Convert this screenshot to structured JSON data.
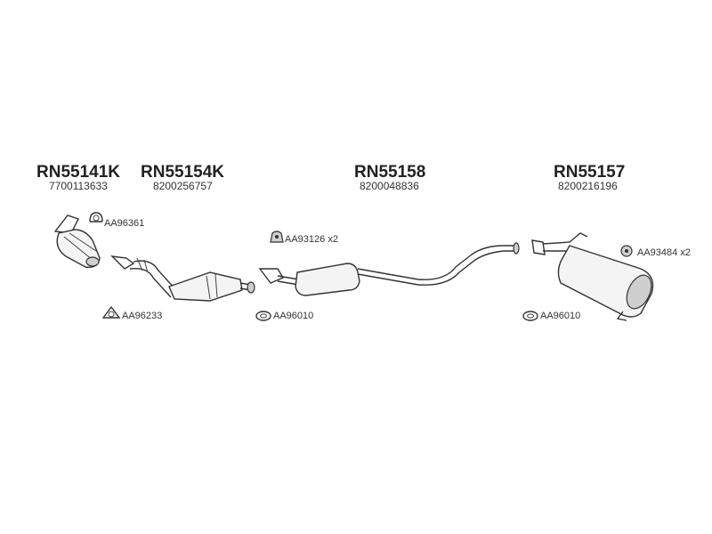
{
  "parts": [
    {
      "code": "RN55141K",
      "number": "7700113633"
    },
    {
      "code": "RN55154K",
      "number": "8200256757"
    },
    {
      "code": "RN55158",
      "number": "8200048836"
    },
    {
      "code": "RN55157",
      "number": "8200216196"
    }
  ],
  "accessories": [
    {
      "label": "AA96361",
      "icon": "gasket-loop-icon"
    },
    {
      "label": "AA96233",
      "icon": "triangle-gasket-icon"
    },
    {
      "label": "AA93126 x2",
      "icon": "rubber-hanger-icon"
    },
    {
      "label": "AA96010",
      "icon": "ring-gasket-icon"
    },
    {
      "label": "AA96010",
      "icon": "ring-gasket-icon"
    },
    {
      "label": "AA93484 x2",
      "icon": "rubber-mount-icon"
    }
  ]
}
